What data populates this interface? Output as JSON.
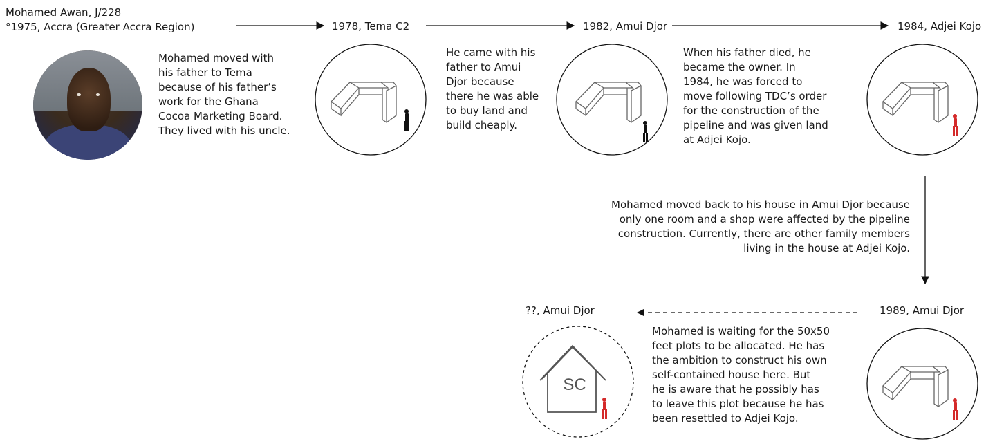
{
  "person": {
    "name_line": "Mohamed Awan, J/228",
    "birth_line": "°1975, Accra (Greater Accra Region)",
    "photo_icon": "portrait-photo"
  },
  "stations": [
    {
      "label": "1978, Tema C2",
      "note": "Mohamed moved with\nhis father to Tema\nbecause of his father’s\nwork for the Ghana\nCocoa Marketing Board.\nThey lived with his uncle.",
      "figure_color": "#111111"
    },
    {
      "label": "1982, Amui Djor",
      "note": "He came with his\nfather to Amui\nDjor because\nthere he was able\nto buy land and\nbuild cheaply.",
      "figure_color": "#111111"
    },
    {
      "label": "1984, Adjei Kojo",
      "note": "When his father died, he\nbecame the owner. In\n1984, he was forced to\nmove following TDC’s order\nfor the construction of the\npipeline and was given land\nat Adjei Kojo.",
      "figure_color": "#d42a2a"
    },
    {
      "label": "1989, Amui Djor",
      "note": "Mohamed moved back to his house in Amui Djor because\nonly one room and a shop were affected by the pipeline\nconstruction. Currently, there are other family members\nliving in the house at Adjei Kojo.",
      "figure_color": "#d42a2a"
    },
    {
      "label": "??, Amui Djor",
      "note": "Mohamed is waiting for the 50x50\nfeet plots to be allocated. He has\nthe ambition to construct his own\nself-contained house here. But\nhe is aware that he possibly has\nto leave this plot because he has\nbeen resettled to Adjei Kojo.",
      "house_label": "SC",
      "figure_color": "#d42a2a"
    }
  ],
  "colors": {
    "line": "#111111",
    "accent_red": "#d42a2a"
  }
}
